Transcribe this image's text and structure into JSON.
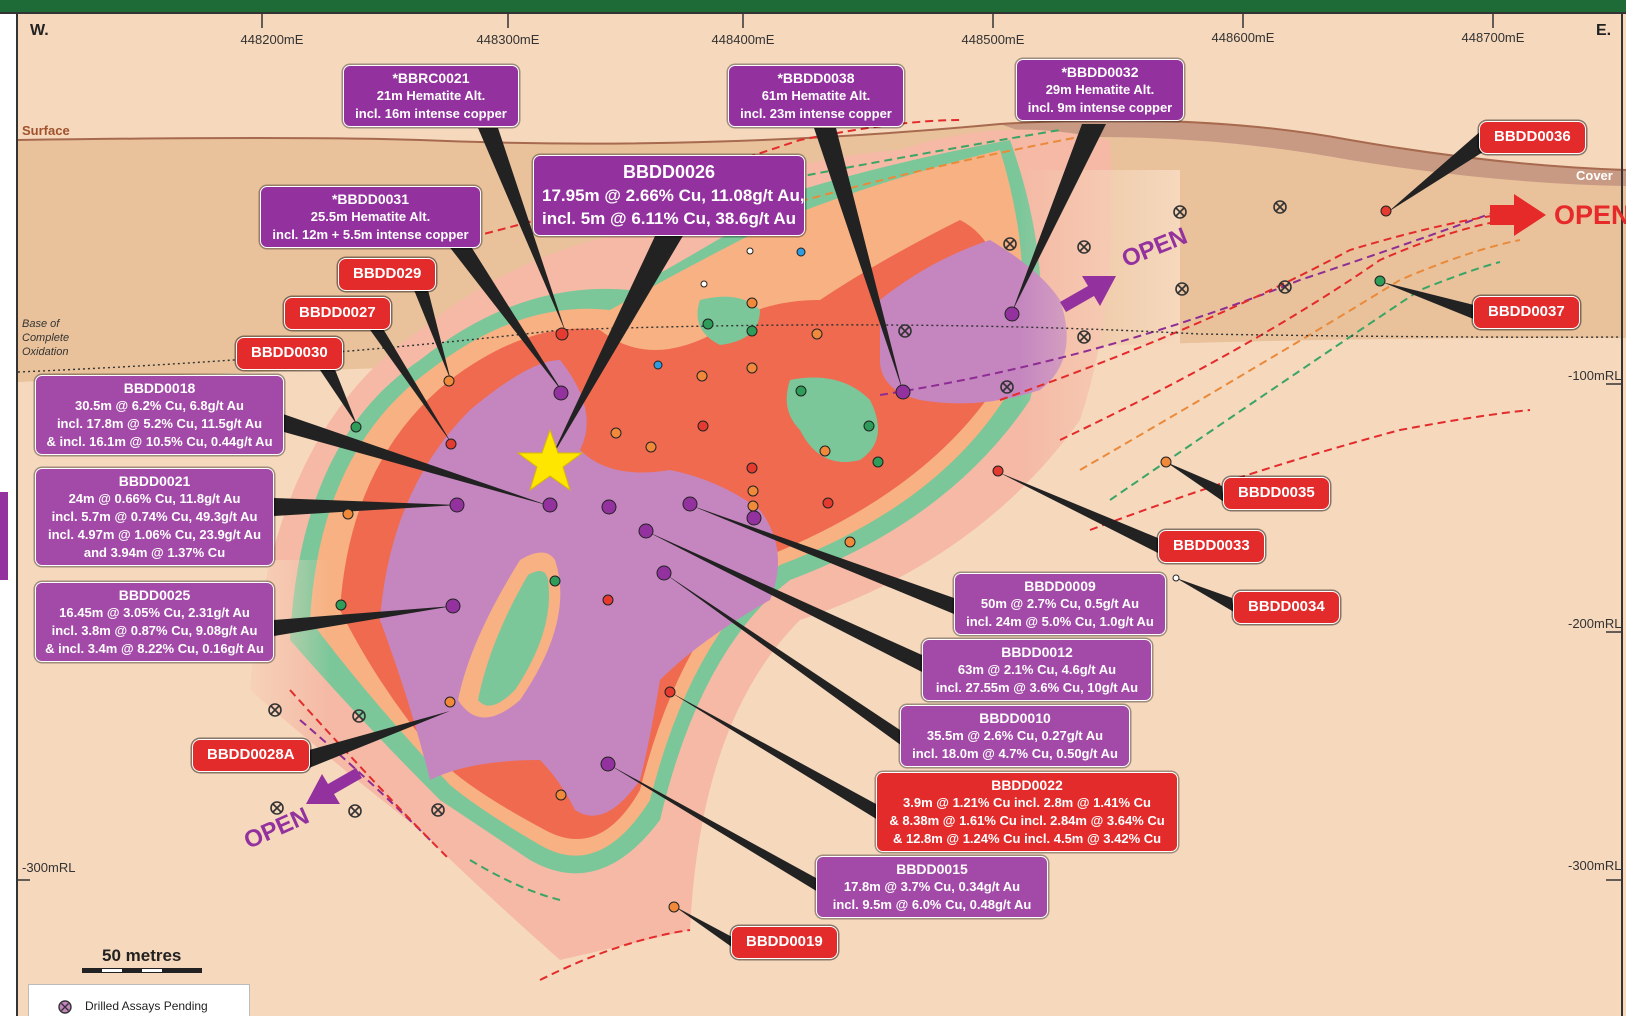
{
  "colors": {
    "frame_green": "#1e6b38",
    "background": "#f6d8bd",
    "cover_band": "#c99a83",
    "purple_zone": "#c586c0",
    "red_zone": "#ef6a4f",
    "orange_zone": "#f7b182",
    "green_zone": "#7cc79a",
    "pink_halo": "#f5b9a5",
    "label_purple": "#93329e",
    "label_red": "#e32b2b",
    "star": "#ffe600"
  },
  "compass": {
    "west": "W.",
    "east": "E."
  },
  "eastings": [
    "448200mE",
    "448300mE",
    "448400mE",
    "448500mE",
    "448600mE",
    "448700mE"
  ],
  "rl_labels": {
    "right_100": "-100mRL",
    "right_200": "-200mRL",
    "right_300": "-300mRL",
    "left_300": "-300mRL"
  },
  "surface_labels": {
    "surface": "Surface",
    "cover": "Cover",
    "boco_1": "Base of",
    "boco_2": "Complete",
    "boco_3": "Oxidation"
  },
  "open_labels": {
    "east": "OPEN",
    "northeast": "OPEN",
    "southwest": "OPEN"
  },
  "scale_bar": {
    "label": "50 metres"
  },
  "legend": {
    "pending_label": "Drilled Assays Pending",
    "pending_icon": "circle-x-icon"
  },
  "results": {
    "bbrc0021": {
      "title": "*BBRC0021",
      "lines": [
        "21m Hematite Alt.",
        "incl. 16m intense copper"
      ]
    },
    "bbdd0038": {
      "title": "*BBDD0038",
      "lines": [
        "61m Hematite Alt.",
        "incl. 23m intense copper"
      ]
    },
    "bbdd0032": {
      "title": "*BBDD0032",
      "lines": [
        "29m Hematite Alt.",
        "incl. 9m intense copper"
      ]
    },
    "bbdd0026": {
      "title": "BBDD0026",
      "lines": [
        "17.95m @ 2.66% Cu, 11.08g/t Au,",
        "incl. 5m @ 6.11% Cu, 38.6g/t Au"
      ]
    },
    "bbdd0031": {
      "title": "*BBDD0031",
      "lines": [
        "25.5m Hematite Alt.",
        "incl. 12m + 5.5m intense copper"
      ]
    },
    "bbdd0018": {
      "title": "BBDD0018",
      "lines": [
        "30.5m @ 6.2% Cu, 6.8g/t Au",
        "incl. 17.8m @ 5.2% Cu, 11.5g/t Au",
        "& incl. 16.1m @ 10.5% Cu, 0.44g/t Au"
      ]
    },
    "bbdd0021": {
      "title": "BBDD0021",
      "lines": [
        "24m @ 0.66% Cu, 11.8g/t Au",
        "incl. 5.7m @ 0.74% Cu, 49.3g/t Au",
        "incl. 4.97m @ 1.06% Cu, 23.9g/t Au",
        "and 3.94m @ 1.37% Cu"
      ]
    },
    "bbdd0025": {
      "title": "BBDD0025",
      "lines": [
        "16.45m @ 3.05% Cu, 2.31g/t Au",
        "incl. 3.8m @ 0.87% Cu, 9.08g/t Au",
        "& incl. 3.4m @ 8.22% Cu, 0.16g/t Au"
      ]
    },
    "bbdd0009": {
      "title": "BBDD0009",
      "lines": [
        "50m @ 2.7% Cu, 0.5g/t Au",
        "incl. 24m @ 5.0% Cu, 1.0g/t Au"
      ]
    },
    "bbdd0012": {
      "title": "BBDD0012",
      "lines": [
        "63m @ 2.1% Cu, 4.6g/t Au",
        "incl. 27.55m @ 3.6% Cu, 10g/t Au"
      ]
    },
    "bbdd0010": {
      "title": "BBDD0010",
      "lines": [
        "35.5m @ 2.6% Cu, 0.27g/t Au",
        "incl. 18.0m @ 4.7% Cu, 0.50g/t Au"
      ]
    },
    "bbdd0022": {
      "title": "BBDD0022",
      "lines": [
        "3.9m @ 1.21% Cu incl. 2.8m @ 1.41% Cu",
        "& 8.38m @ 1.61% Cu incl. 2.84m @ 3.64% Cu",
        "& 12.8m @ 1.24% Cu incl. 4.5m @ 3.42% Cu"
      ]
    },
    "bbdd0015": {
      "title": "BBDD0015",
      "lines": [
        "17.8m @ 3.7% Cu, 0.34g/t Au",
        "incl. 9.5m @ 6.0% Cu, 0.48g/t Au"
      ]
    }
  },
  "holes": {
    "bbdd029": "BBDD029",
    "bbdd0027": "BBDD0027",
    "bbdd0030": "BBDD0030",
    "bbdd0036": "BBDD0036",
    "bbdd0037": "BBDD0037",
    "bbdd0035": "BBDD0035",
    "bbdd0033": "BBDD0033",
    "bbdd0034": "BBDD0034",
    "bbdd0028a": "BBDD0028A",
    "bbdd0019": "BBDD0019"
  }
}
